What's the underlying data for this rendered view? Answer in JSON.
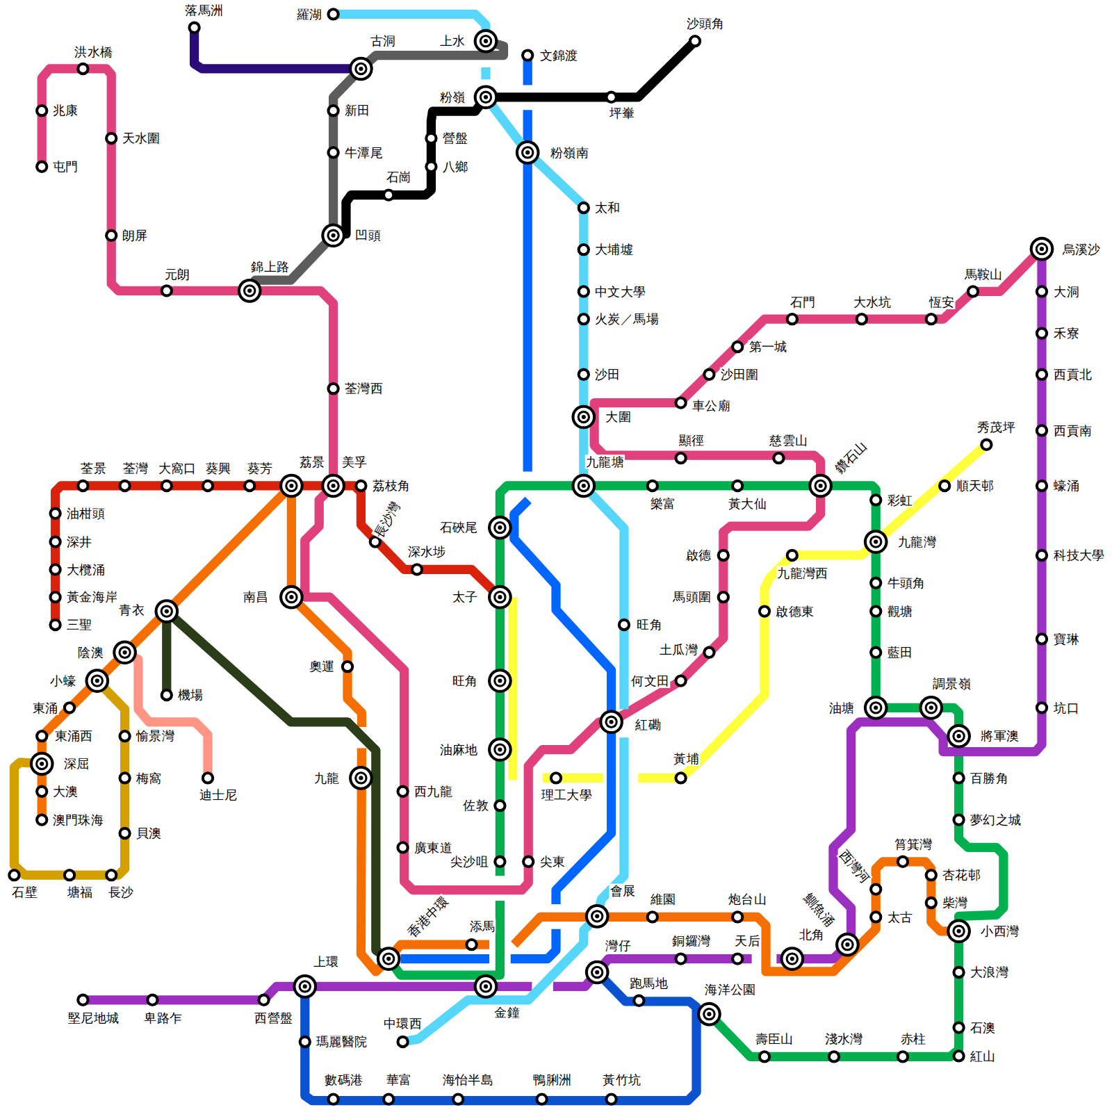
{
  "diagram": {
    "labels": [
      "落馬洲",
      "羅湖",
      "古洞",
      "上水",
      "文錦渡",
      "沙頭角",
      "洪水橋",
      "兆康",
      "新田",
      "粉嶺",
      "坪輋",
      "天水圍",
      "營盤",
      "粉嶺南",
      "屯門",
      "牛潭尾",
      "八鄉",
      "石崗",
      "太和",
      "朗屏",
      "凹頭",
      "大埔墟",
      "烏溪沙",
      "錦上路",
      "元朗",
      "馬鞍山",
      "中文大學",
      "大洞",
      "石門",
      "大水坑",
      "恆安",
      "火炭／馬場",
      "禾寮",
      "第一城",
      "沙田",
      "沙田圍",
      "西貢北",
      "荃灣西",
      "車公廟",
      "大圍",
      "秀茂坪",
      "西貢南",
      "顯徑",
      "慈雲山",
      "九龍塘",
      "荃景",
      "荃灣",
      "大窩口",
      "葵興",
      "葵芳",
      "荔景",
      "美孚",
      "鑽石山",
      "荔枝角",
      "順天邨",
      "蠔涌",
      "樂富",
      "黃大仙",
      "彩虹",
      "油柑頭",
      "長沙灣",
      "石硤尾",
      "深井",
      "九龍灣",
      "深水埗",
      "啟德",
      "科技大學",
      "大欖涌",
      "九龍灣西",
      "牛頭角",
      "黃金海岸",
      "南昌",
      "太子",
      "馬頭圍",
      "青衣",
      "觀塘",
      "啟德東",
      "三聖",
      "旺角",
      "寶琳",
      "陰澳",
      "土瓜灣",
      "藍田",
      "奧運",
      "旺角",
      "小蠔",
      "何文田",
      "調景嶺",
      "機場",
      "東涌",
      "油塘",
      "坑口",
      "紅磡",
      "東涌西",
      "愉景灣",
      "將軍澳",
      "油麻地",
      "黃埔",
      "深屈",
      "九龍",
      "梅窩",
      "百勝角",
      "大澳",
      "西九龍",
      "理工大學",
      "迪士尼",
      "佐敦",
      "澳門珠海",
      "夢幻之城",
      "貝澳",
      "筲箕灣",
      "廣東道",
      "尖沙咀",
      "尖東",
      "西灣河",
      "杏花邨",
      "石壁",
      "塘福",
      "長沙",
      "會展",
      "維園",
      "炮台山",
      "柴灣",
      "鰂魚涌",
      "太古",
      "香港中環",
      "添馬",
      "小西灣",
      "北角",
      "銅鑼灣",
      "天后",
      "灣仔",
      "上環",
      "大浪灣",
      "跑馬地",
      "海洋公園",
      "金鐘",
      "堅尼地城",
      "卑路乍",
      "西營盤",
      "中環西",
      "石澳",
      "壽臣山",
      "淺水灣",
      "赤柱",
      "瑪麗醫院",
      "紅山",
      "數碼港",
      "華富",
      "海怡半島",
      "鴨脷洲",
      "黃竹坑"
    ]
  }
}
